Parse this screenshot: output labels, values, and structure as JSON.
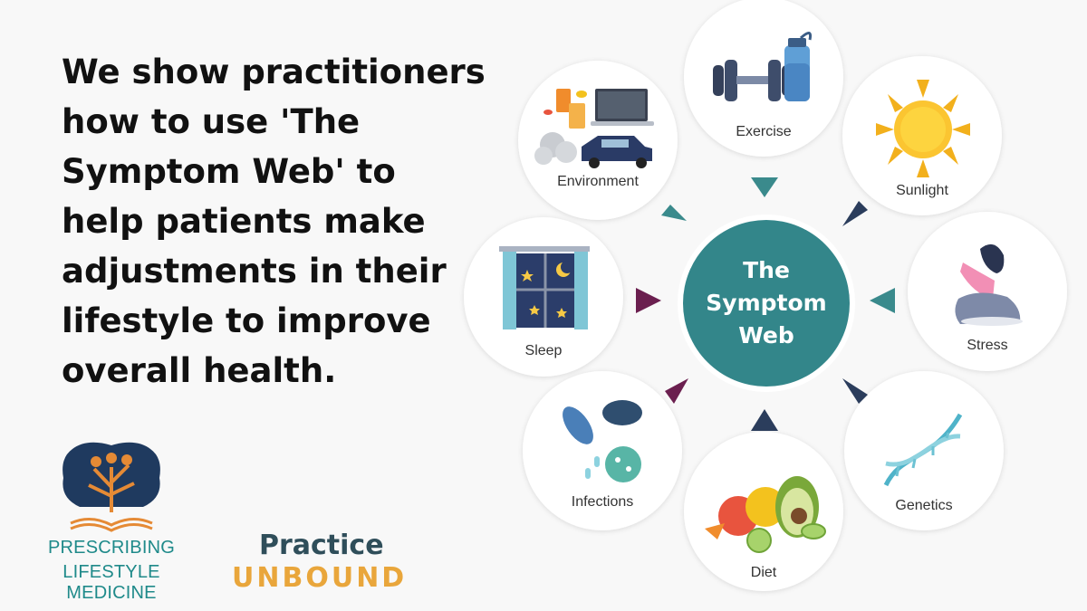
{
  "headline": "We show practitioners how to use 'The Symptom Web' to help patients make adjustments in their lifestyle to improve overall health.",
  "hub": {
    "lines": [
      "The",
      "Symptom",
      "Web"
    ],
    "color": "#33868a"
  },
  "nodes": {
    "exercise": "Exercise",
    "sunlight": "Sunlight",
    "stress": "Stress",
    "genetics": "Genetics",
    "diet": "Diet",
    "infections": "Infections",
    "sleep": "Sleep",
    "environment": "Environment"
  },
  "arrow_colors": {
    "teal": "#3a8a8c",
    "navy": "#2b3d5c",
    "purple": "#6b1f4f"
  },
  "logos": {
    "prescribing_lifestyle_medicine": {
      "line1": "PRESCRIBING",
      "line2": "LIFESTYLE MEDICINE"
    },
    "practice_unbound": {
      "line1": "Practice",
      "line2": "UNBOUND"
    }
  }
}
